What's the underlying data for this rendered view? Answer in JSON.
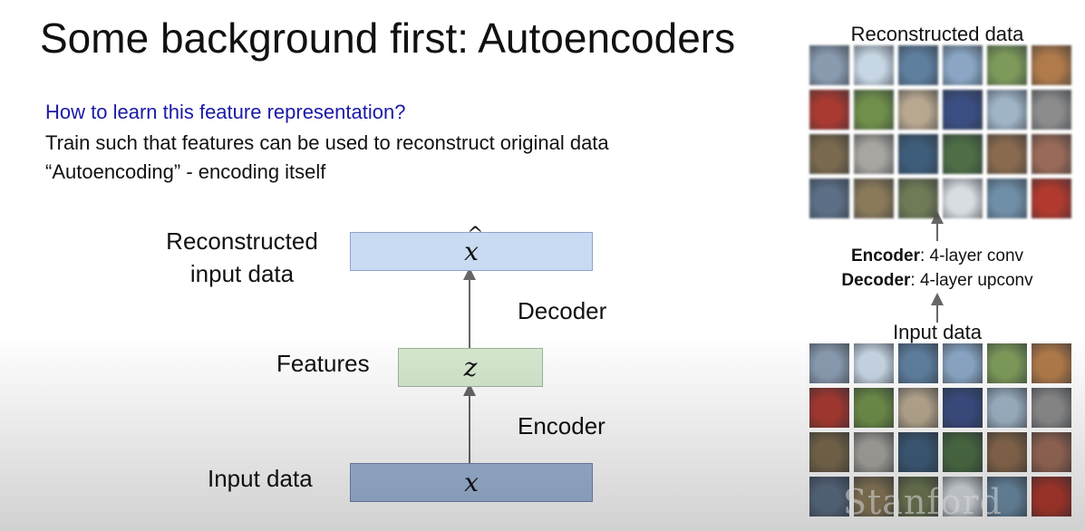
{
  "slide": {
    "title": "Some background first: Autoencoders",
    "question": "How to learn this feature representation?",
    "body_lines": [
      "Train such that features can be used to reconstruct original data",
      "“Autoencoding” - encoding itself"
    ],
    "colors": {
      "question": "#1a1aa6",
      "reconstruction_box": "#c9dbf3",
      "features_box": "#d6e9cf",
      "input_box": "#9fb7d8"
    }
  },
  "diagram": {
    "nodes": {
      "reconstruction": {
        "symbol": "x",
        "hat": "^",
        "label_line1": "Reconstructed",
        "label_line2": "input data"
      },
      "features": {
        "symbol": "z",
        "label": "Features"
      },
      "input": {
        "symbol": "x",
        "label": "Input data"
      }
    },
    "edges": {
      "decoder_label": "Decoder",
      "encoder_label": "Encoder"
    }
  },
  "example_panel": {
    "reconstructed_title": "Reconstructed data",
    "input_title": "Input data",
    "encoder_key": "Encoder",
    "encoder_value": ": 4-layer conv",
    "decoder_key": "Decoder",
    "decoder_value": ": 4-layer upconv",
    "watermark": "Stanford",
    "thumbnails": [
      [
        "#8a9bb0",
        "#c7d6e4",
        "#5f7f9e",
        "#8aa6c4",
        "#7d9a5a",
        "#b07a4a"
      ],
      [
        "#a83a32",
        "#6f8f4a",
        "#b8a890",
        "#3b4e82",
        "#9fb4c6",
        "#8c8c8c"
      ],
      [
        "#7a6a4e",
        "#a8a6a0",
        "#3e5d7a",
        "#4d6e46",
        "#8a6a4e",
        "#9a6a58"
      ],
      [
        "#5d6f86",
        "#8a7a5a",
        "#6f7a56",
        "#d8dde2",
        "#6f8fa8",
        "#b03a2e"
      ]
    ]
  }
}
